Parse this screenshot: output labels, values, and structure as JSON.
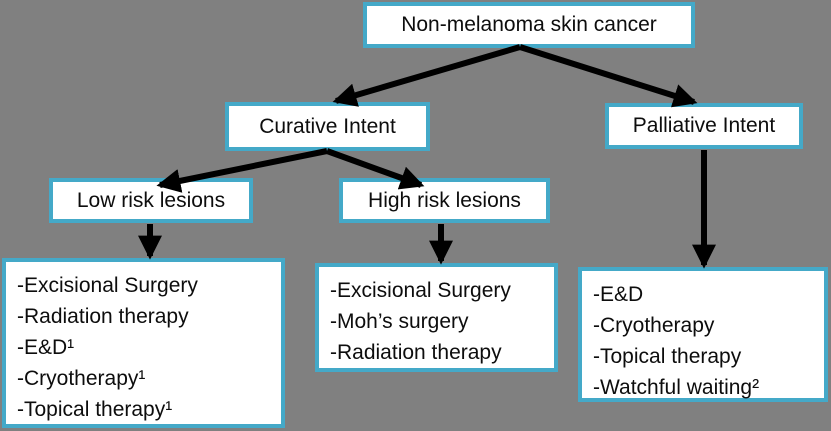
{
  "palette": {
    "background": "#808080",
    "box_fill": "#ffffff",
    "box_border": "#44a9c8",
    "arrow": "#000000",
    "text": "#0d0d0d"
  },
  "nodes": {
    "root": {
      "label": "Non-melanoma skin cancer"
    },
    "curative": {
      "label": "Curative Intent"
    },
    "palliative": {
      "label": "Palliative Intent"
    },
    "low_risk": {
      "label": "Low risk lesions"
    },
    "high_risk": {
      "label": "High risk lesions"
    },
    "low_risk_treatments": {
      "lines": [
        "-Excisional Surgery",
        "-Radiation therapy",
        "-E&D¹",
        "-Cryotherapy¹",
        "-Topical therapy¹"
      ]
    },
    "high_risk_treatments": {
      "lines": [
        "-Excisional Surgery",
        "-Moh’s surgery",
        "-Radiation therapy"
      ]
    },
    "palliative_treatments": {
      "lines": [
        "-E&D",
        "-Cryotherapy",
        "-Topical therapy",
        "-Watchful waiting²"
      ]
    }
  },
  "edges": [
    "root-to-curative",
    "root-to-palliative",
    "curative-to-low-risk",
    "curative-to-high-risk",
    "low-risk-to-treatments",
    "high-risk-to-treatments",
    "palliative-to-treatments"
  ]
}
